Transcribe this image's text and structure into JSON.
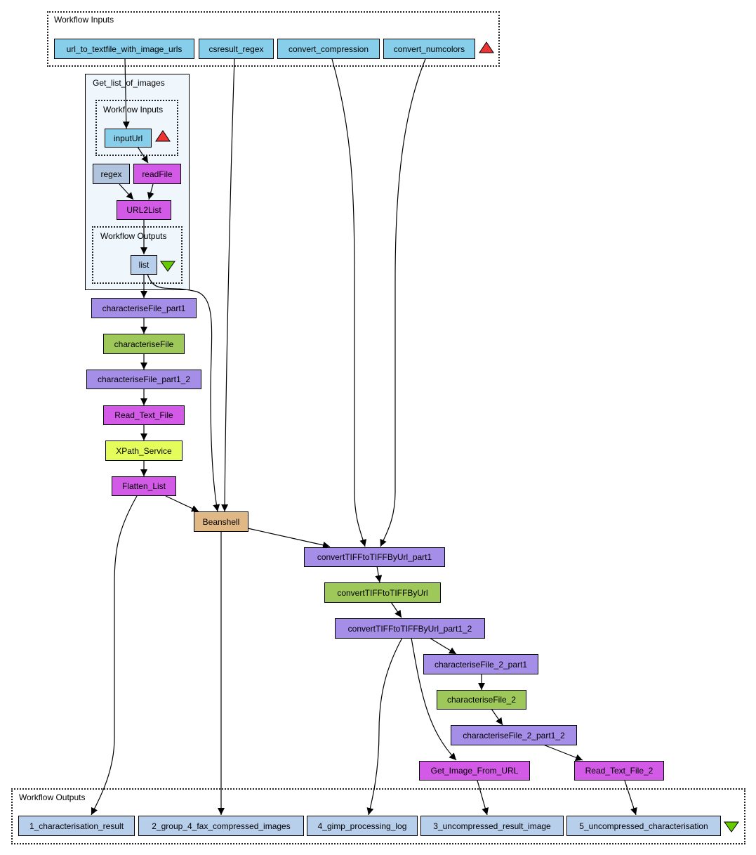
{
  "diagram": {
    "top_inputs": {
      "label": "Workflow Inputs",
      "ports": [
        "url_to_textfile_with_image_urls",
        "csresult_regex",
        "convert_compression",
        "convert_numcolors"
      ]
    },
    "subworkflow": {
      "label": "Get_list_of_images",
      "inputs_label": "Workflow Inputs",
      "input_port": "inputUrl",
      "nodes": {
        "regex": "regex",
        "readFile": "readFile",
        "url2list": "URL2List"
      },
      "outputs_label": "Workflow Outputs",
      "output_port": "list"
    },
    "processors": {
      "characteriseFile_part1": "characteriseFile_part1",
      "characteriseFile": "characteriseFile",
      "characteriseFile_part1_2": "characteriseFile_part1_2",
      "Read_Text_File": "Read_Text_File",
      "XPath_Service": "XPath_Service",
      "Flatten_List": "Flatten_List",
      "Beanshell": "Beanshell",
      "convertTIFFtoTIFFByUrl_part1": "convertTIFFtoTIFFByUrl_part1",
      "convertTIFFtoTIFFByUrl": "convertTIFFtoTIFFByUrl",
      "convertTIFFtoTIFFByUrl_part1_2": "convertTIFFtoTIFFByUrl_part1_2",
      "characteriseFile_2_part1": "characteriseFile_2_part1",
      "characteriseFile_2": "characteriseFile_2",
      "characteriseFile_2_part1_2": "characteriseFile_2_part1_2",
      "Get_Image_From_URL": "Get_Image_From_URL",
      "Read_Text_File_2": "Read_Text_File_2"
    },
    "bottom_outputs": {
      "label": "Workflow Outputs",
      "ports": [
        "1_characterisation_result",
        "2_group_4_fax_compressed_images",
        "4_gimp_processing_log",
        "3_uncompressed_result_image",
        "5_uncompressed_characterisation"
      ]
    },
    "colors": {
      "input_port": "#87ceeb",
      "output_port": "#b8cfec",
      "local_worker": "#d25ae6",
      "nested": "#a58ee8",
      "wsdl": "#9ec95a",
      "xpath": "#e4fd5a",
      "beanshell": "#dfb886",
      "string_constant": "#b0c4de",
      "input_triangle": "#ee3333",
      "output_triangle": "#66cc00"
    }
  }
}
